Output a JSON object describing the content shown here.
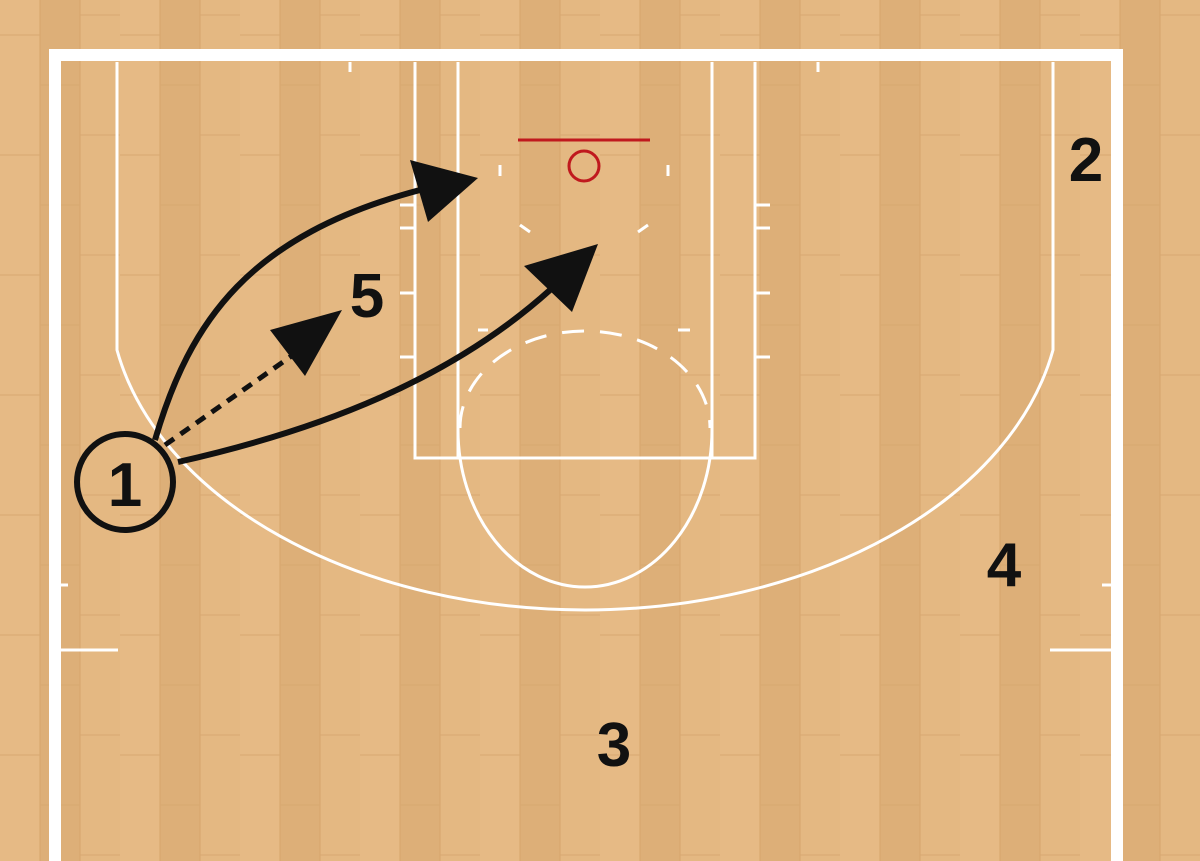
{
  "diagram": {
    "players": [
      {
        "id": "p1",
        "label": "1",
        "has_ball": true
      },
      {
        "id": "p2",
        "label": "2"
      },
      {
        "id": "p3",
        "label": "3"
      },
      {
        "id": "p4",
        "label": "4"
      },
      {
        "id": "p5",
        "label": "5"
      }
    ],
    "actions": [
      {
        "type": "pass",
        "from": "1",
        "to": "5",
        "style": "dashed-arrow"
      },
      {
        "type": "cut",
        "from": "1",
        "to": "basket-left",
        "style": "solid-arrow"
      },
      {
        "type": "cut",
        "from": "1",
        "to": "basket-center",
        "style": "solid-arrow"
      }
    ],
    "colors": {
      "floor": "#e2b57f",
      "court_lines": "#ffffff",
      "rim": "#c0191e",
      "ink": "#111111"
    }
  }
}
